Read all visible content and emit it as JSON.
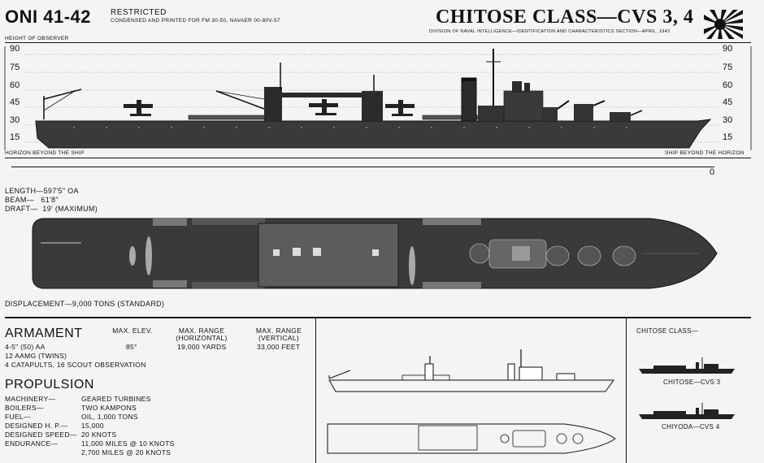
{
  "header": {
    "sheet_id": "ONI 41-42",
    "restricted": "RESTRICTED",
    "condensed": "CONDENSED AND PRINTED FOR FM 30-50, NAVAER 00-80V-57",
    "class_title": "CHITOSE CLASS—CVS 3, 4",
    "division": "DIVISION OF NAVAL INTELLIGENCE—IDENTIFICATION AND CHARACTERISTICS SECTION—APRIL, 1943"
  },
  "profile": {
    "height_label": "HEIGHT OF OBSERVER",
    "scale_values": [
      "90",
      "75",
      "60",
      "45",
      "30",
      "15"
    ],
    "horizon_left": "HORIZON BEYOND THE SHIP",
    "horizon_right": "SHIP BEYOND THE HORIZON",
    "zero": "0"
  },
  "dimensions": {
    "length": "LENGTH—597'5\" OA",
    "beam": "BEAM—   61'8\"",
    "draft": "DRAFT—  19' (MAXIMUM)",
    "displacement": "DISPLACEMENT—9,000 TONS (STANDARD)"
  },
  "armament": {
    "heading": "ARMAMENT",
    "col_elev": "MAX. ELEV.",
    "col_hrange_1": "MAX. RANGE",
    "col_hrange_2": "(HORIZONTAL)",
    "col_vrange_1": "MAX. RANGE",
    "col_vrange_2": "(VERTICAL)",
    "gun_1": "4-5\" (50) AA",
    "gun_1_elev": "85°",
    "gun_1_hrange": "19,000 YARDS",
    "gun_1_vrange": "33,000 FEET",
    "gun_2": "12 AAMG (TWINS)",
    "gun_3": "4 CATAPULTS, 16 SCOUT OBSERVATION"
  },
  "propulsion": {
    "heading": "PROPULSION",
    "rows": [
      {
        "label": "MACHINERY—",
        "value": "GEARED TURBINES"
      },
      {
        "label": "BOILERS—",
        "value": "TWO KAMPONS"
      },
      {
        "label": "FUEL—",
        "value": "OIL, 1,000 TONS"
      },
      {
        "label": "DESIGNED H. P.—",
        "value": "15,000"
      },
      {
        "label": "DESIGNED SPEED—",
        "value": "20 KNOTS"
      },
      {
        "label": "ENDURANCE—",
        "value": "11,000 MILES @ 10 KNOTS"
      },
      {
        "label": "",
        "value": "2,700 MILES @ 20 KNOTS"
      }
    ]
  },
  "sisters": {
    "heading": "CHITOSE CLASS—",
    "ship_1": "CHITOSE—CVS 3",
    "ship_2": "CHIYODA—CVS 4"
  },
  "colors": {
    "hull": "#3a3a3a",
    "deck": "#5a5a5a",
    "ink": "#111111",
    "paper": "#f4f4f2"
  }
}
